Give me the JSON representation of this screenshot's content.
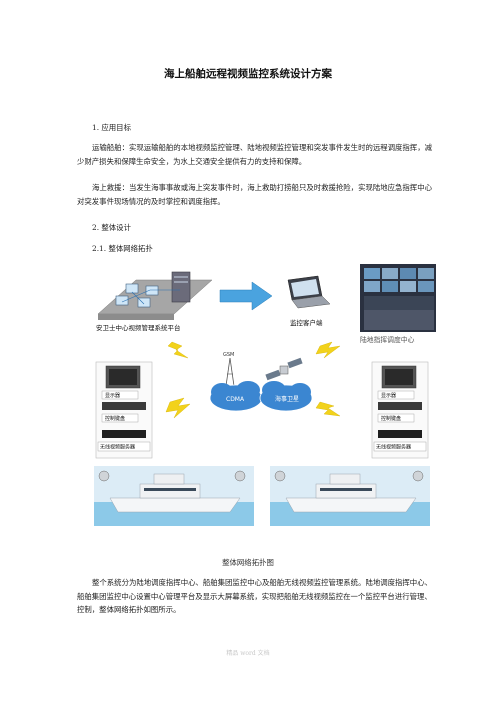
{
  "doc": {
    "title": "海上船舶远程视频监控系统设计方案",
    "s1_heading": "1. 应用目标",
    "s1_p1": "运输船舶：实现运输船舶的本地视频监控管理、陆地视频监控管理和突发事件发生时的远程调度指挥，减少财产损失和保障生命安全，为水上交通安全提供有力的支持和保障。",
    "s1_p2": "海上救援：当发生海事事故或海上突发事件时，海上救助打捞船只及时救援抢险，实现陆地应急指挥中心对突发事件现场情况的及时掌控和调度指挥。",
    "s2_heading": "2. 整体设计",
    "s21_heading": "2.1. 整体网络拓扑",
    "fig_caption": "整体网络拓扑图",
    "s2_p1": "整个系统分为陆地调度指挥中心、船舶集团监控中心及船舶无线视频监控管理系统。陆地调度指挥中心、船舶集团监控中心设置中心管理平台及显示大屏幕系统，实现把船舶无线视频监控在一个监控平台进行管理、控制，整体网络拓扑如图所示。",
    "footer": "精品 word 文档"
  },
  "diagram": {
    "platform_label": "安卫士中心视频管理系统平台",
    "client_label": "监控客户端",
    "command_label": "陆地指挥调度中心",
    "gsm_label": "GSM",
    "cdma_label": "CDMA",
    "satellite_label": "海事卫星",
    "left_rack": [
      "显示器",
      "控制键盘",
      "无线视频服务器"
    ],
    "right_rack": [
      "显示器",
      "控制键盘",
      "无线视频服务器"
    ]
  },
  "colors": {
    "platform_floor": "#9a9a9a",
    "arrow": "#4aa3df",
    "lightning": "#f2d21b",
    "cloud": "#3b86d1",
    "sea": "#8cc9e8",
    "sky": "#dcecf6"
  }
}
